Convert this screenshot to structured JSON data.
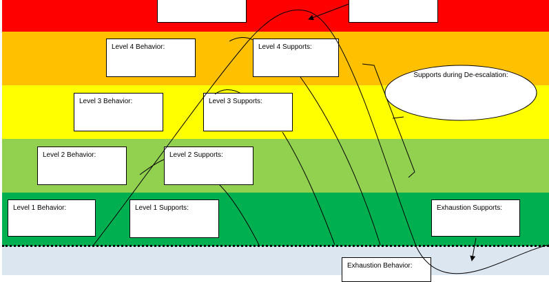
{
  "bands": {
    "red": "#ff0000",
    "orange": "#ffc000",
    "yellow": "#ffff00",
    "light_green": "#92d050",
    "green": "#00b050",
    "baseline": "#dce6f1"
  },
  "boxes": {
    "top_left": "",
    "top_right": "",
    "level4_behavior": "Level 4 Behavior:",
    "level4_supports": "Level 4 Supports:",
    "level3_behavior": "Level 3 Behavior:",
    "level3_supports": "Level 3 Supports:",
    "level2_behavior": "Level 2 Behavior:",
    "level2_supports": "Level 2 Supports:",
    "level1_behavior": "Level 1 Behavior:",
    "level1_supports": "Level 1 Supports:",
    "exhaustion_supports": "Exhaustion Supports:",
    "exhaustion_behavior": "Exhaustion Behavior:"
  },
  "deescalation_oval": "Supports during De-escalation:"
}
